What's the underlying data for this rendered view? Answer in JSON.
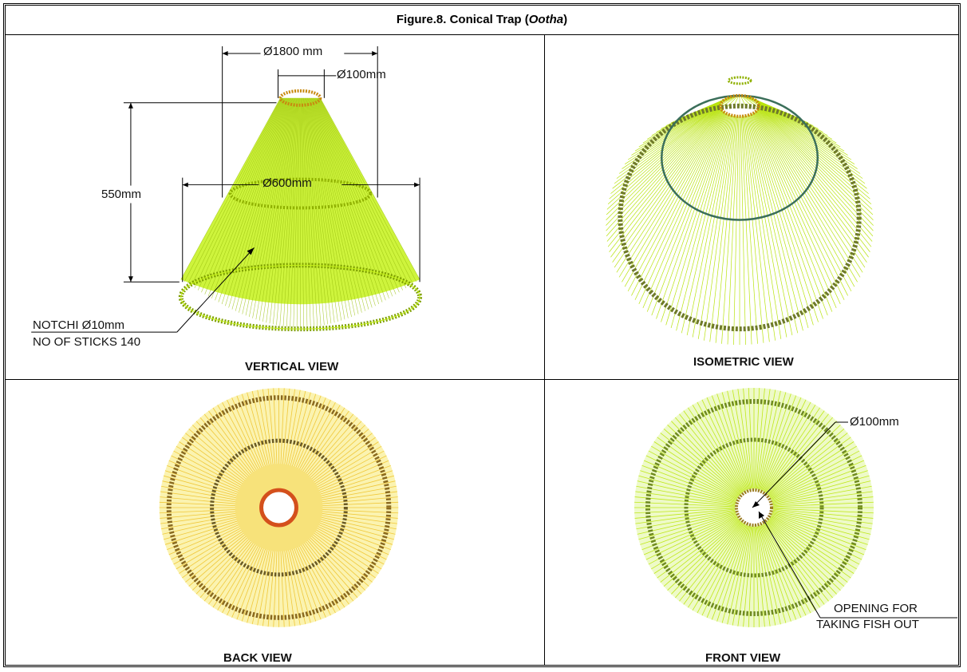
{
  "figure": {
    "title_prefix": "Figure.8. Conical Trap (",
    "title_italic": "Ootha",
    "title_suffix": ")"
  },
  "panels": {
    "vertical": {
      "caption": "VERTICAL VIEW",
      "dim_top_outer": "Ø1800 mm",
      "dim_top_inner": "Ø100mm",
      "dim_height": "550mm",
      "dim_middle": "Ø600mm",
      "note_line1": "NOTCHI Ø10mm",
      "note_line2": "NO OF STICKS 140"
    },
    "isometric": {
      "caption": "ISOMETRIC VIEW"
    },
    "back": {
      "caption": "BACK VIEW"
    },
    "front": {
      "caption": "FRONT VIEW",
      "dim_opening": "Ø100mm",
      "note_line1": "OPENING FOR",
      "note_line2": "TAKING FISH OUT"
    }
  },
  "colors": {
    "lime": "#c6f21a",
    "lime_dark": "#8fb000",
    "yellow_light": "#f6e36a",
    "ring_brown": "#7a6a2a",
    "opening_red": "#d4501c"
  }
}
